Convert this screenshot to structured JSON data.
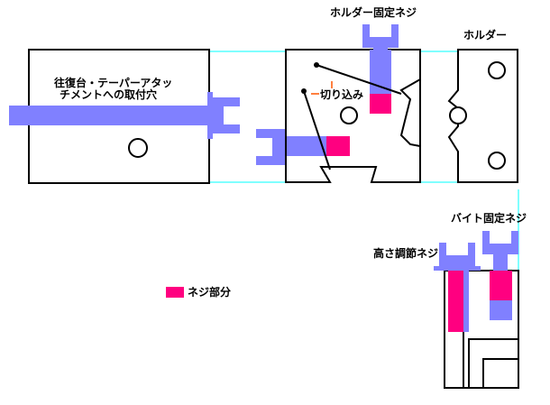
{
  "labels": {
    "attach_hole_line1": "往復台・テーパーアタッ",
    "attach_hole_line2": "チメントへの取付穴",
    "holder_fix_screw": "ホルダー固定ネジ",
    "holder": "ホルダー",
    "cut_in": "切り込み",
    "bite_fix_screw": "バイト固定ネジ",
    "height_adjust_screw": "高さ調節ネジ",
    "legend_screw_part": "ネジ部分"
  },
  "colors": {
    "bar": "#8080ff",
    "screw": "#ff0080",
    "outline": "#000000",
    "guide": "#80ffff",
    "cut": "#ff8040"
  }
}
